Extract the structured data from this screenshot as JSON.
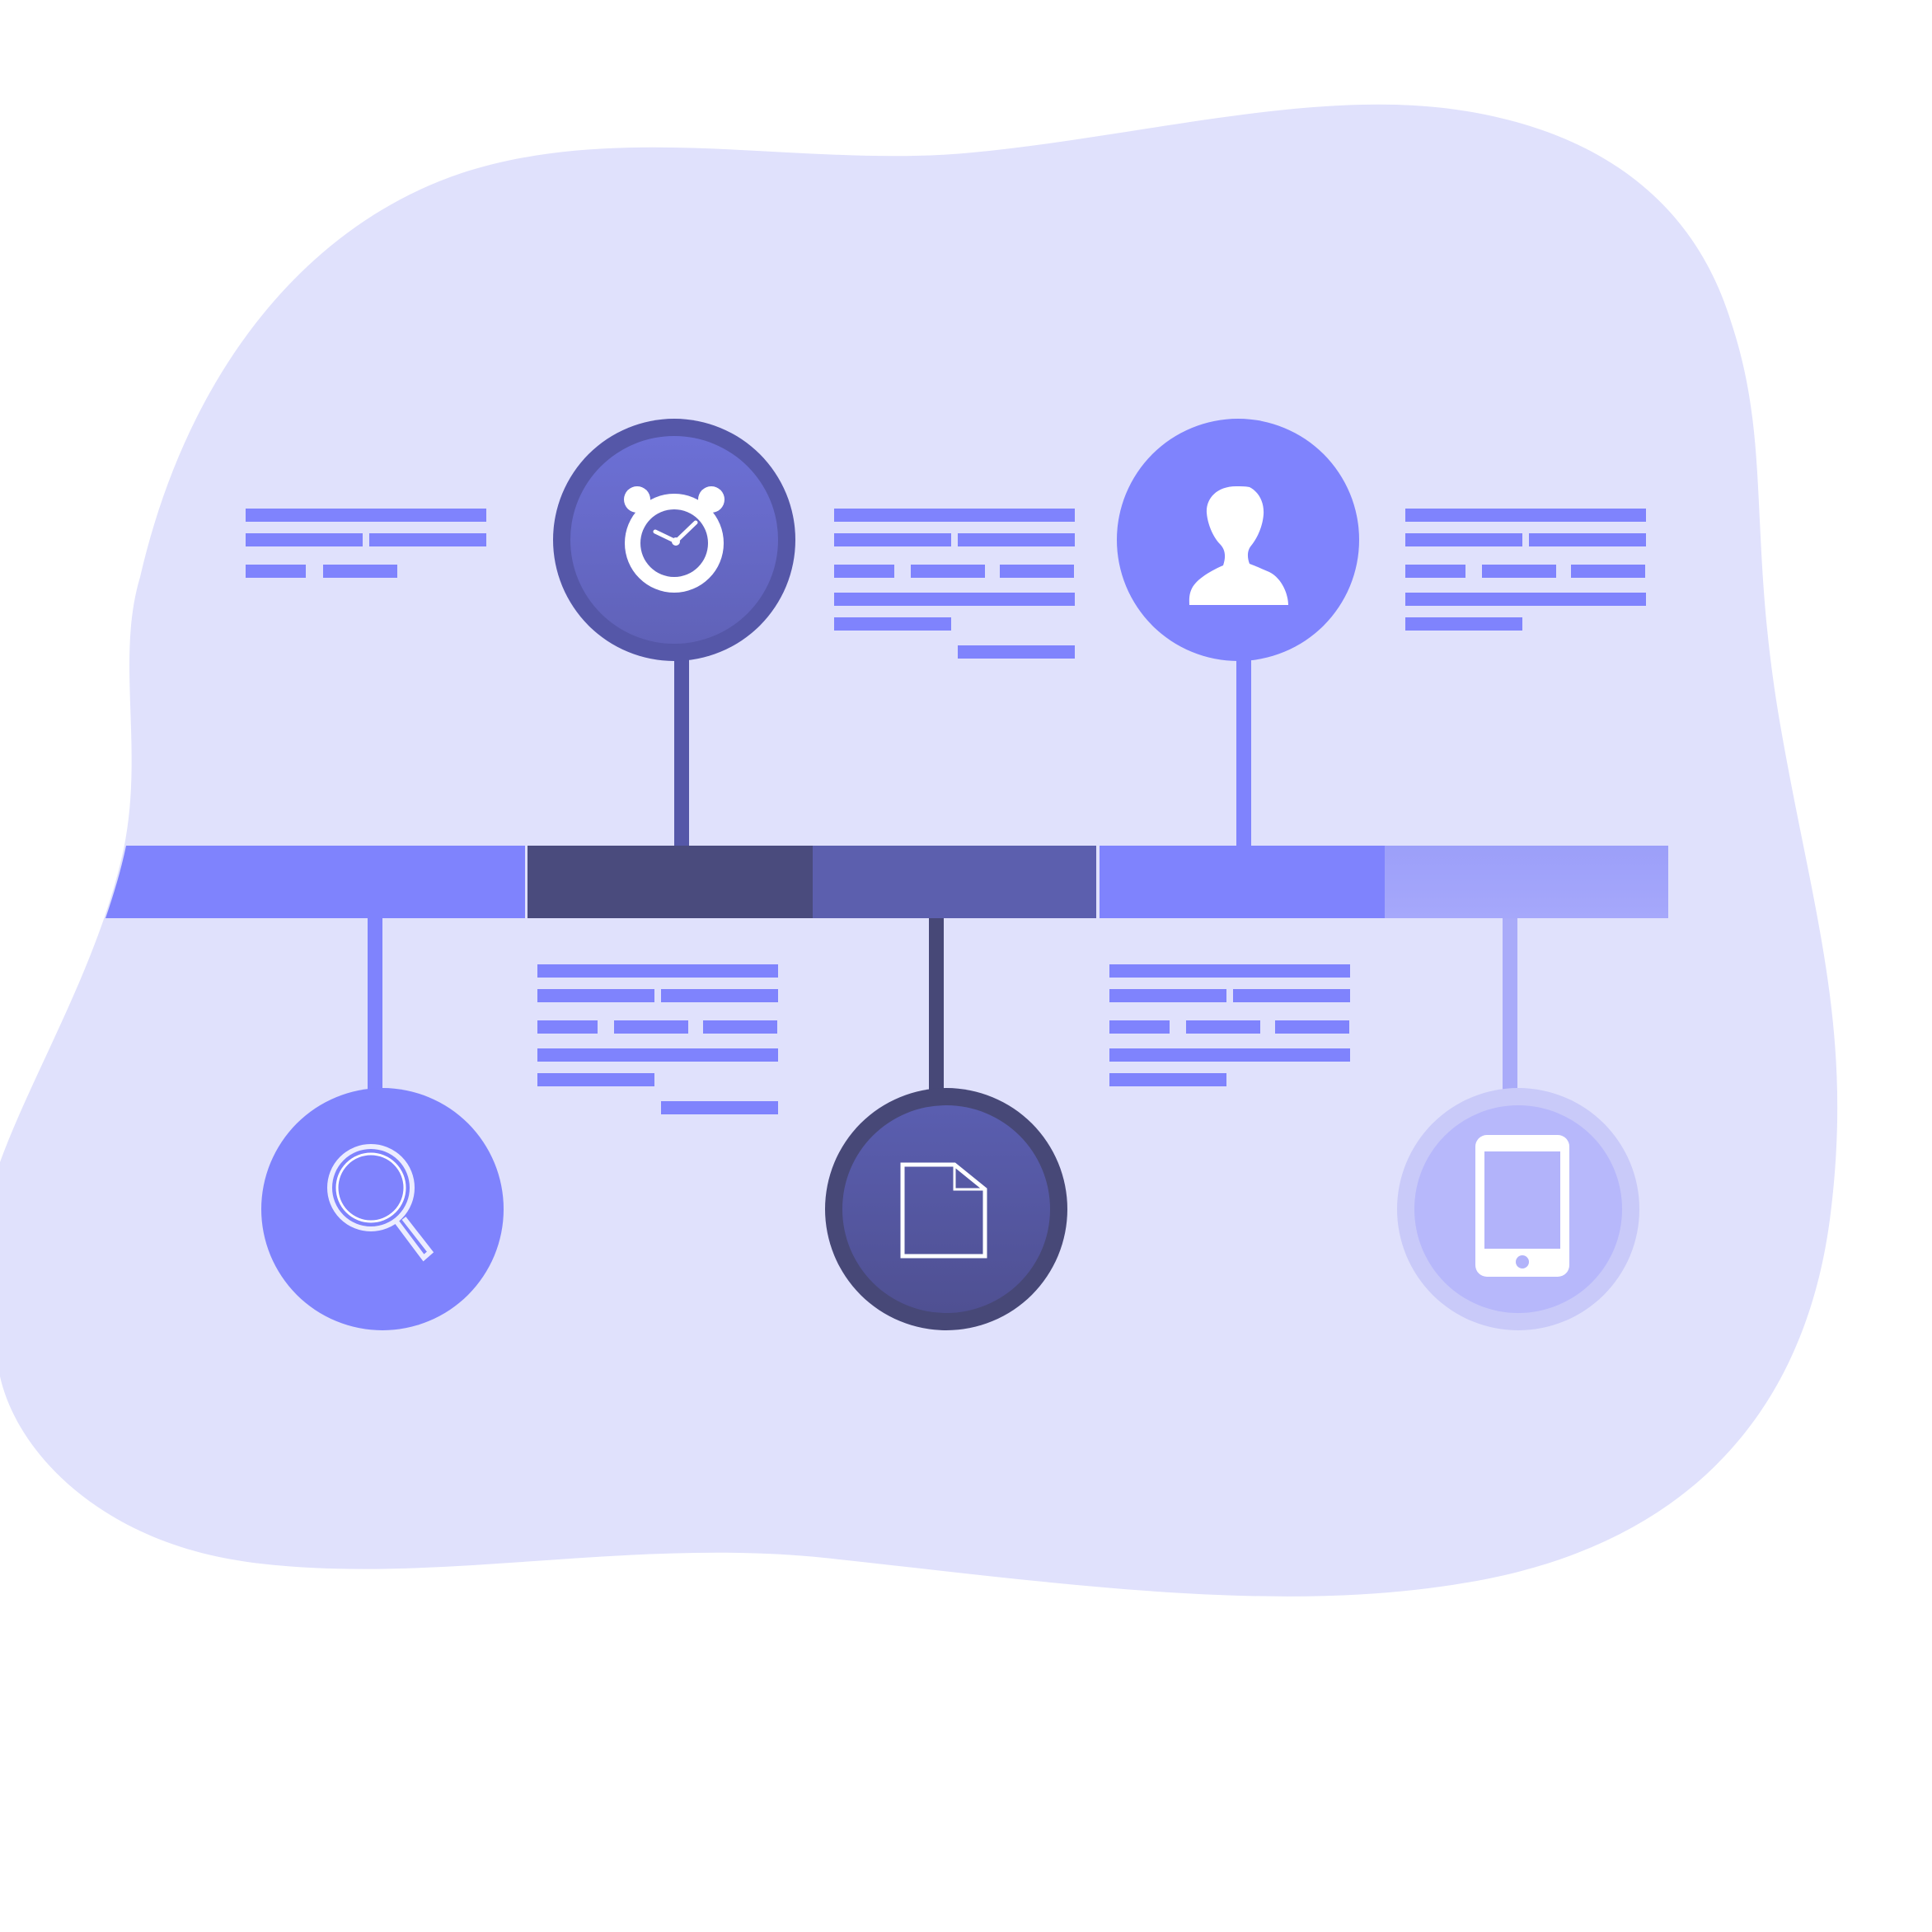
{
  "colors": {
    "background": "#ffffff",
    "blob": "#e0e1fc",
    "accent": "#7f83fd",
    "dark_navy": "#4a4b7d",
    "mid_indigo": "#5c5fae",
    "light_lavender": "#a2a4fb",
    "pale_lavender": "#b7b8fb",
    "icon_white": "#ffffff"
  },
  "timeline": {
    "segments": [
      {
        "name": "segment-1",
        "color": "#7f83fd"
      },
      {
        "name": "segment-2",
        "color": "#4a4b7d"
      },
      {
        "name": "segment-3",
        "color": "#5c5fae"
      },
      {
        "name": "segment-4",
        "color": "#7f83fd"
      },
      {
        "name": "segment-5",
        "color": "#a2a4fb"
      }
    ]
  },
  "milestones": [
    {
      "name": "milestone-search",
      "icon": "search-icon",
      "position": "below",
      "color": "#7f83fd",
      "ring": "#7f83fd"
    },
    {
      "name": "milestone-alarm",
      "icon": "alarm-clock-icon",
      "position": "above",
      "color": "#6668c4",
      "ring": "#5557a8"
    },
    {
      "name": "milestone-document",
      "icon": "document-icon",
      "position": "below",
      "color": "#5558a0",
      "ring": "#474877"
    },
    {
      "name": "milestone-user",
      "icon": "user-icon",
      "position": "above",
      "color": "#7f83fd",
      "ring": "#7f83fd"
    },
    {
      "name": "milestone-tablet",
      "icon": "tablet-icon",
      "position": "below",
      "color": "#b7b8fb",
      "ring": "#c9caf9"
    }
  ],
  "text_placeholders": [
    {
      "name": "text-block-1",
      "lines": 3
    },
    {
      "name": "text-block-2",
      "lines": 6
    },
    {
      "name": "text-block-3",
      "lines": 6
    },
    {
      "name": "text-block-4",
      "lines": 5
    },
    {
      "name": "text-block-5",
      "lines": 5
    }
  ]
}
